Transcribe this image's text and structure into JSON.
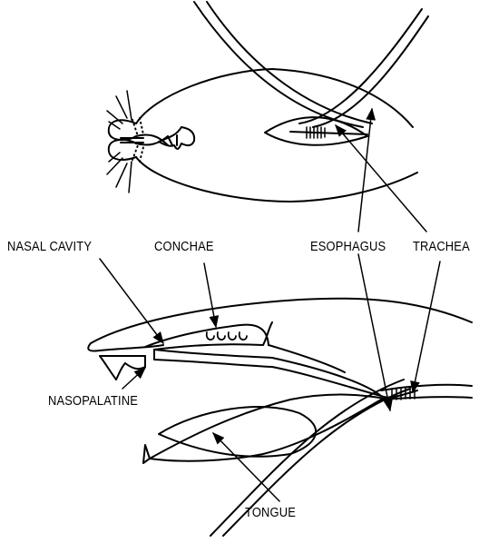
{
  "labels": {
    "nasal_cavity": "NASAL CAVITY",
    "conchae": "CONCHAE",
    "esophagus": "ESOPHAGUS",
    "trachea": "TRACHEA",
    "nasopalatine": "NASOPALATINE",
    "tongue": "TONGUE"
  },
  "colors": {
    "ink": "#000000",
    "background": "#ffffff"
  }
}
